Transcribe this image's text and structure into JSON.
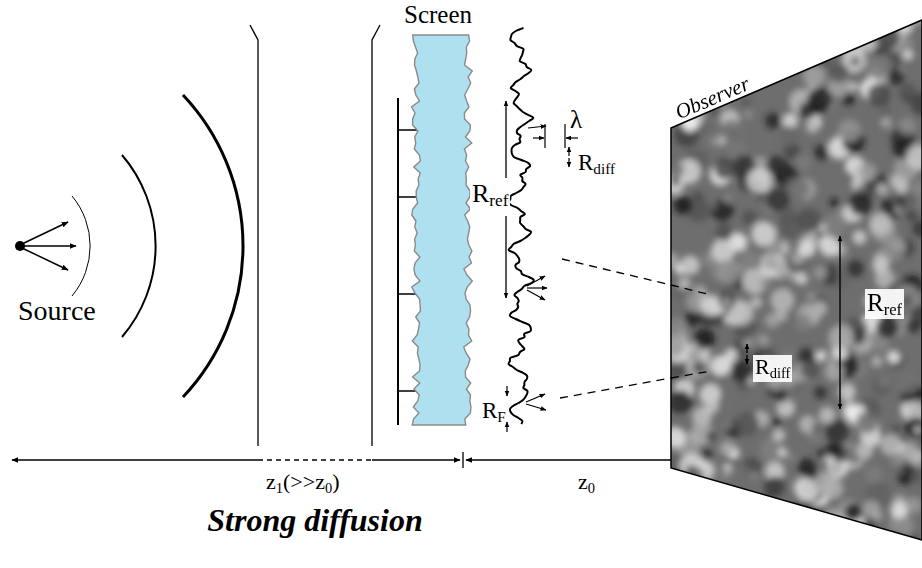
{
  "diagram": {
    "nodes": [
      {
        "text": [
          "Screen"
        ]
      },
      {
        "text": [
          "Observer",
          "Rref",
          "Rdiff"
        ]
      }
    ],
    "labels": [
      "Source",
      "Rref",
      "λ",
      "Rdiff",
      "RF",
      "z1(>>z0)",
      "z0",
      "Strong diffusion"
    ]
  }
}
